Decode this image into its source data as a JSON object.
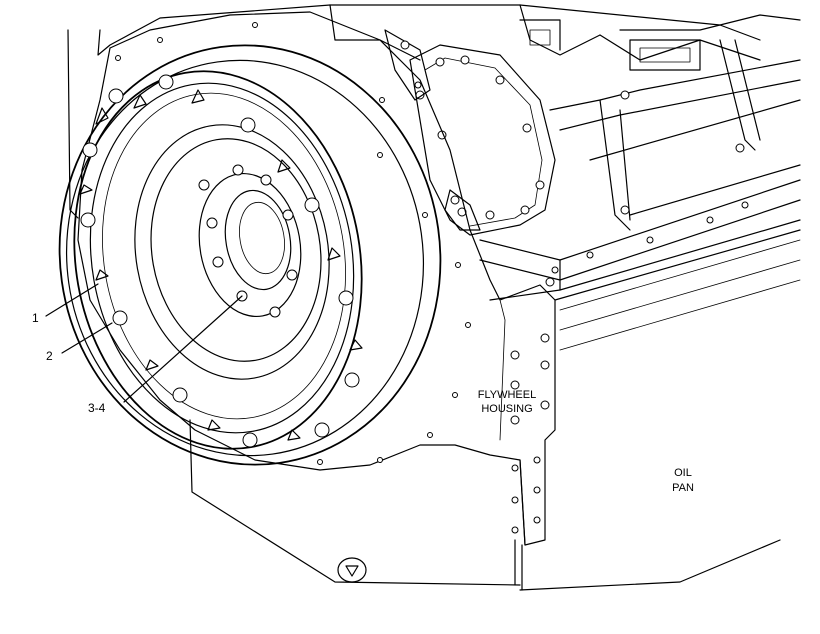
{
  "callouts": {
    "c1": "1",
    "c2": "2",
    "c3": "3-4"
  },
  "labels": {
    "housing_line1": "FLYWHEEL",
    "housing_line2": "HOUSING",
    "pan_line1": "OIL",
    "pan_line2": "PAN"
  }
}
